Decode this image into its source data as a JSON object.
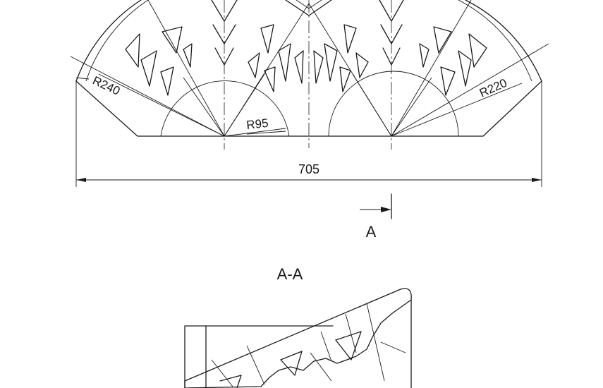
{
  "drawing": {
    "dim_total": "705",
    "radius_outer": "R240",
    "radius_inner": "R95",
    "radius_right": "R220",
    "section_marker": "A",
    "section_title": "A-A"
  }
}
